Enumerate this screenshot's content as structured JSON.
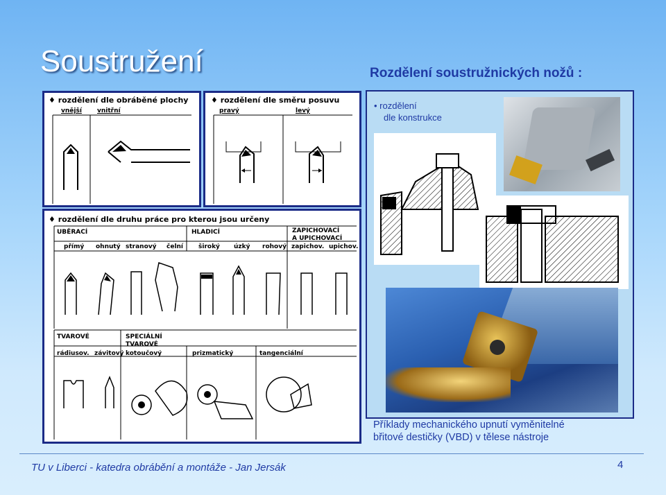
{
  "slide": {
    "title": "Soustružení",
    "subtitle": "Rozdělení soustružnických nožů :",
    "footer": "TU v Liberci  - katedra obrábění a montáže - Jan Jersák",
    "page_number": "4"
  },
  "panel_plocha": {
    "heading": "rozdělení dle obráběné plochy",
    "labels": [
      "vnější",
      "vnitřní"
    ]
  },
  "panel_smer": {
    "heading": "rozdělení dle směru posuvu",
    "labels": [
      "pravý",
      "levý"
    ]
  },
  "panel_druh": {
    "heading": "rozdělení dle druhu práce pro kterou jsou určeny",
    "groups": [
      "UBĚRACÍ",
      "HLADICÍ",
      "ZAPICHOVACÍ",
      "A UPICHOVACÍ"
    ],
    "row1_labels": [
      "přímý",
      "ohnutý",
      "stranový",
      "čelní",
      "široký",
      "úzký",
      "rohový",
      "zapichov.",
      "upichov."
    ],
    "groups2": [
      "TVAROVÉ",
      "SPECIÁLNÍ",
      "TVAROVÉ"
    ],
    "row2_labels": [
      "rádiusov.",
      "závitový",
      "kotoučový",
      "prizmatický",
      "tangenciální"
    ]
  },
  "panel_konstrukce": {
    "heading_line1": "rozdělení",
    "heading_line2": "dle konstrukce",
    "caption_line1": "Příklady mechanického upnutí vyměnitelné",
    "caption_line2": "břitové destičky (VBD) v tělese nástroje"
  },
  "colors": {
    "title_text": "#ffffff",
    "accent_text": "#1f3aa4",
    "panel_border": "#1b2b87"
  }
}
